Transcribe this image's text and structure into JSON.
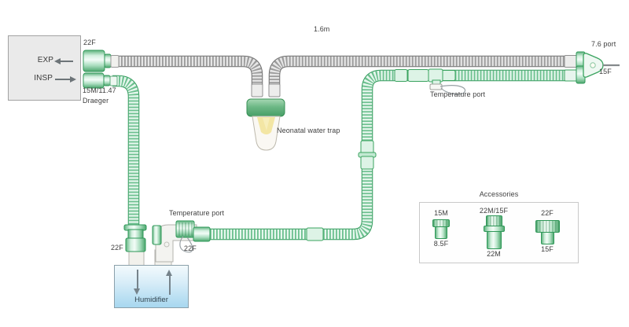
{
  "ventilator": {
    "exp": "EXP",
    "insp": "INSP"
  },
  "labels": {
    "exp_connector": "22F",
    "insp_connector_line1": "15M/11.47",
    "insp_connector_line2": "Draeger",
    "limb_length": "1.6m",
    "water_trap": "Neonatal water trap",
    "temperature_port_insp": "Temperature port",
    "temperature_port_humidifier": "Temperature port",
    "wye_gas_port": "7.6 port",
    "wye_patient_end": "15F",
    "humidifier_inlet": "22F",
    "humidifier_outlet": "22F"
  },
  "humidifier": {
    "label": "Humidifier"
  },
  "accessories": {
    "title": "Accessories",
    "items": [
      {
        "top_label": "15M",
        "bottom_label": "8.5F"
      },
      {
        "top_label": "22M/15F",
        "bottom_label": "22M"
      },
      {
        "top_label": "22F",
        "bottom_label": "15F"
      }
    ]
  },
  "colors": {
    "circuit_green": "#2f9858",
    "circuit_gray": "#6a6a6a",
    "humidifier_blue": "#a7d7ef",
    "water_trap_yellow": "#f2e39b"
  }
}
